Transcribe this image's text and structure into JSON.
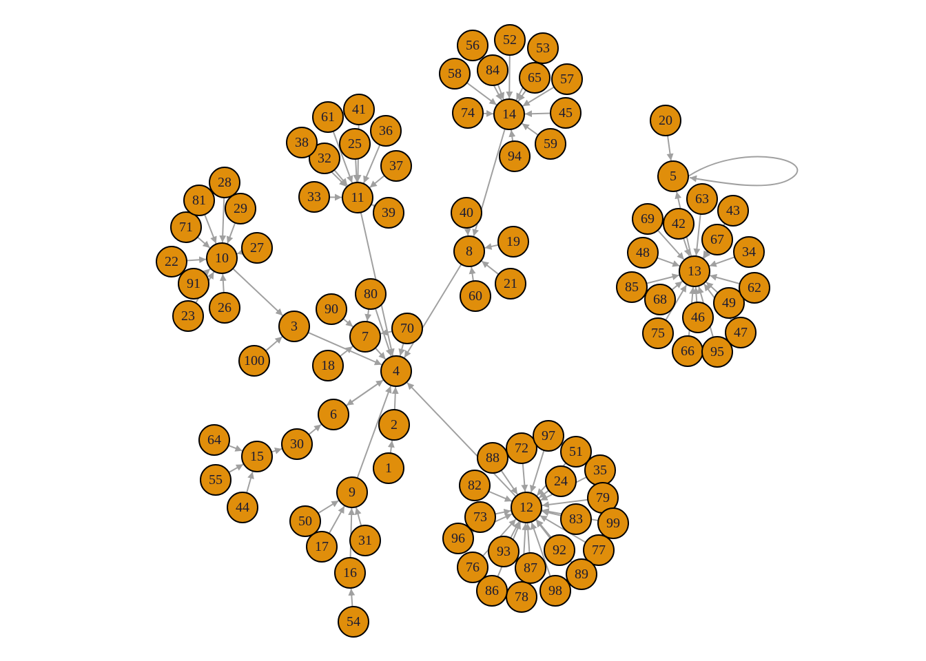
{
  "graph": {
    "node_color": "#e08e0b",
    "edge_color": "#a0a0a0",
    "label_color": "#1a1a33",
    "nodes": [
      "1",
      "2",
      "3",
      "4",
      "5",
      "6",
      "7",
      "8",
      "9",
      "10",
      "11",
      "12",
      "13",
      "14",
      "15",
      "16",
      "17",
      "18",
      "19",
      "20",
      "21",
      "22",
      "23",
      "24",
      "25",
      "26",
      "27",
      "28",
      "29",
      "30",
      "31",
      "32",
      "33",
      "34",
      "35",
      "36",
      "37",
      "38",
      "39",
      "40",
      "41",
      "42",
      "43",
      "44",
      "45",
      "46",
      "47",
      "48",
      "49",
      "50",
      "51",
      "52",
      "53",
      "54",
      "55",
      "56",
      "57",
      "58",
      "59",
      "60",
      "61",
      "62",
      "63",
      "64",
      "65",
      "66",
      "67",
      "68",
      "69",
      "70",
      "71",
      "72",
      "73",
      "74",
      "75",
      "76",
      "77",
      "78",
      "79",
      "80",
      "81",
      "82",
      "83",
      "84",
      "85",
      "86",
      "87",
      "88",
      "89",
      "90",
      "91",
      "92",
      "93",
      "94",
      "95",
      "96",
      "97",
      "98",
      "99",
      "100"
    ],
    "edges": [
      [
        "3",
        "4"
      ],
      [
        "7",
        "4"
      ],
      [
        "2",
        "4"
      ],
      [
        "6",
        "4"
      ],
      [
        "9",
        "4"
      ],
      [
        "12",
        "4"
      ],
      [
        "8",
        "4"
      ],
      [
        "11",
        "4"
      ],
      [
        "80",
        "4"
      ],
      [
        "70",
        "4"
      ],
      [
        "1",
        "2"
      ],
      [
        "10",
        "3"
      ],
      [
        "100",
        "3"
      ],
      [
        "4",
        "6"
      ],
      [
        "30",
        "6"
      ],
      [
        "15",
        "30"
      ],
      [
        "64",
        "15"
      ],
      [
        "55",
        "15"
      ],
      [
        "44",
        "15"
      ],
      [
        "50",
        "9"
      ],
      [
        "17",
        "9"
      ],
      [
        "16",
        "9"
      ],
      [
        "31",
        "9"
      ],
      [
        "54",
        "16"
      ],
      [
        "90",
        "7"
      ],
      [
        "18",
        "7"
      ],
      [
        "80",
        "7"
      ],
      [
        "70",
        "7"
      ],
      [
        "14",
        "8"
      ],
      [
        "40",
        "8"
      ],
      [
        "19",
        "8"
      ],
      [
        "21",
        "8"
      ],
      [
        "60",
        "8"
      ],
      [
        "28",
        "10"
      ],
      [
        "81",
        "10"
      ],
      [
        "29",
        "10"
      ],
      [
        "71",
        "10"
      ],
      [
        "27",
        "10"
      ],
      [
        "22",
        "10"
      ],
      [
        "91",
        "10"
      ],
      [
        "23",
        "10"
      ],
      [
        "26",
        "10"
      ],
      [
        "61",
        "11"
      ],
      [
        "41",
        "11"
      ],
      [
        "36",
        "11"
      ],
      [
        "38",
        "11"
      ],
      [
        "25",
        "11"
      ],
      [
        "32",
        "11"
      ],
      [
        "37",
        "11"
      ],
      [
        "33",
        "11"
      ],
      [
        "39",
        "11"
      ],
      [
        "56",
        "14"
      ],
      [
        "52",
        "14"
      ],
      [
        "53",
        "14"
      ],
      [
        "58",
        "14"
      ],
      [
        "84",
        "14"
      ],
      [
        "65",
        "14"
      ],
      [
        "57",
        "14"
      ],
      [
        "74",
        "14"
      ],
      [
        "45",
        "14"
      ],
      [
        "94",
        "14"
      ],
      [
        "59",
        "14"
      ],
      [
        "97",
        "12"
      ],
      [
        "72",
        "12"
      ],
      [
        "88",
        "12"
      ],
      [
        "51",
        "12"
      ],
      [
        "35",
        "12"
      ],
      [
        "24",
        "12"
      ],
      [
        "82",
        "12"
      ],
      [
        "79",
        "12"
      ],
      [
        "73",
        "12"
      ],
      [
        "83",
        "12"
      ],
      [
        "99",
        "12"
      ],
      [
        "96",
        "12"
      ],
      [
        "93",
        "12"
      ],
      [
        "92",
        "12"
      ],
      [
        "77",
        "12"
      ],
      [
        "76",
        "12"
      ],
      [
        "87",
        "12"
      ],
      [
        "89",
        "12"
      ],
      [
        "86",
        "12"
      ],
      [
        "78",
        "12"
      ],
      [
        "98",
        "12"
      ],
      [
        "20",
        "5"
      ],
      [
        "5",
        "5"
      ],
      [
        "13",
        "5"
      ],
      [
        "63",
        "13"
      ],
      [
        "43",
        "13"
      ],
      [
        "69",
        "13"
      ],
      [
        "42",
        "13"
      ],
      [
        "67",
        "13"
      ],
      [
        "48",
        "13"
      ],
      [
        "34",
        "13"
      ],
      [
        "85",
        "13"
      ],
      [
        "68",
        "13"
      ],
      [
        "62",
        "13"
      ],
      [
        "49",
        "13"
      ],
      [
        "46",
        "13"
      ],
      [
        "75",
        "13"
      ],
      [
        "47",
        "13"
      ],
      [
        "66",
        "13"
      ],
      [
        "95",
        "13"
      ]
    ]
  }
}
